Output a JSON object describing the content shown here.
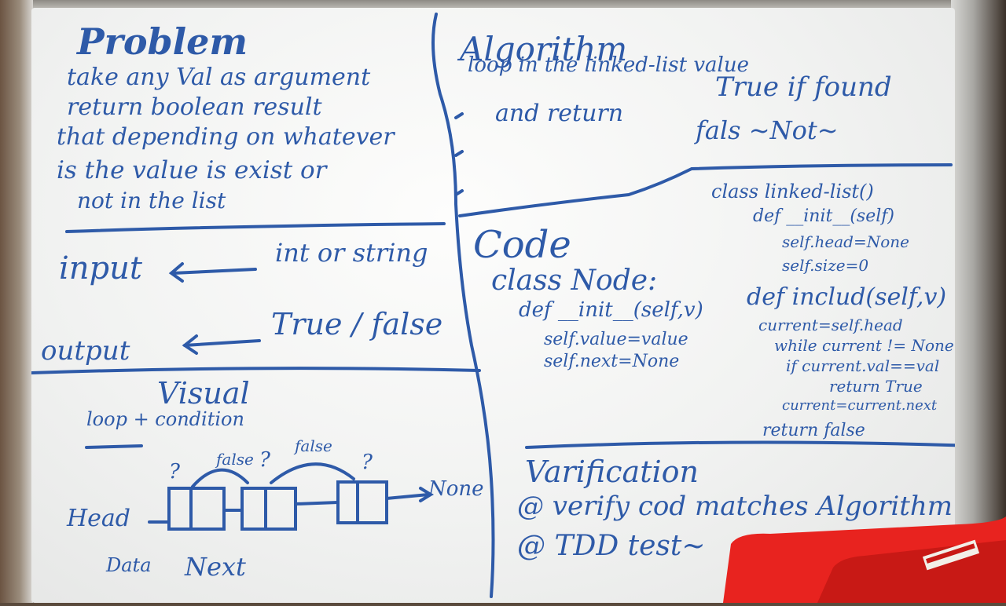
{
  "whiteboard": {
    "problem": {
      "heading": "Problem",
      "lines": [
        "take any Val as argument",
        "return boolean result",
        "that depending on whatever",
        "is the value is exist or",
        "not in the list"
      ]
    },
    "algorithm": {
      "heading": "Algorithm",
      "lines": [
        "loop in the linked-list value",
        "and return",
        "True if found",
        "fals ~Not~"
      ]
    },
    "io": {
      "input_label": "input",
      "input_type": "int or string",
      "output_label": "output",
      "output_type": "True / false"
    },
    "visual": {
      "heading": "Visual",
      "sub": "loop + condition",
      "head_label": "Head",
      "data_label": "Data",
      "next_label": "Next",
      "none_label": "None",
      "false_1": "false",
      "false_2": "false",
      "q1": "?",
      "q2": "?",
      "q3": "?"
    },
    "code": {
      "heading": "Code",
      "node_lines": [
        "class Node:",
        "def __init__(self,v)",
        "self.value=value",
        "self.next=None"
      ],
      "list_lines": [
        "class linked-list()",
        "def __init__(self)",
        "self.head=None",
        "self.size=0",
        "def includ(self,v)",
        "current=self.head",
        "while current != None",
        "if current.val==val",
        "return True",
        "current=current.next",
        "return false"
      ]
    },
    "verification": {
      "heading": "Varification",
      "lines": [
        "@ verify cod matches Algorithm",
        "@ TDD test~"
      ]
    }
  },
  "colors": {
    "ink": "#2e5aa8",
    "board": "#f3f4f3",
    "eraser": "#e8231f"
  }
}
